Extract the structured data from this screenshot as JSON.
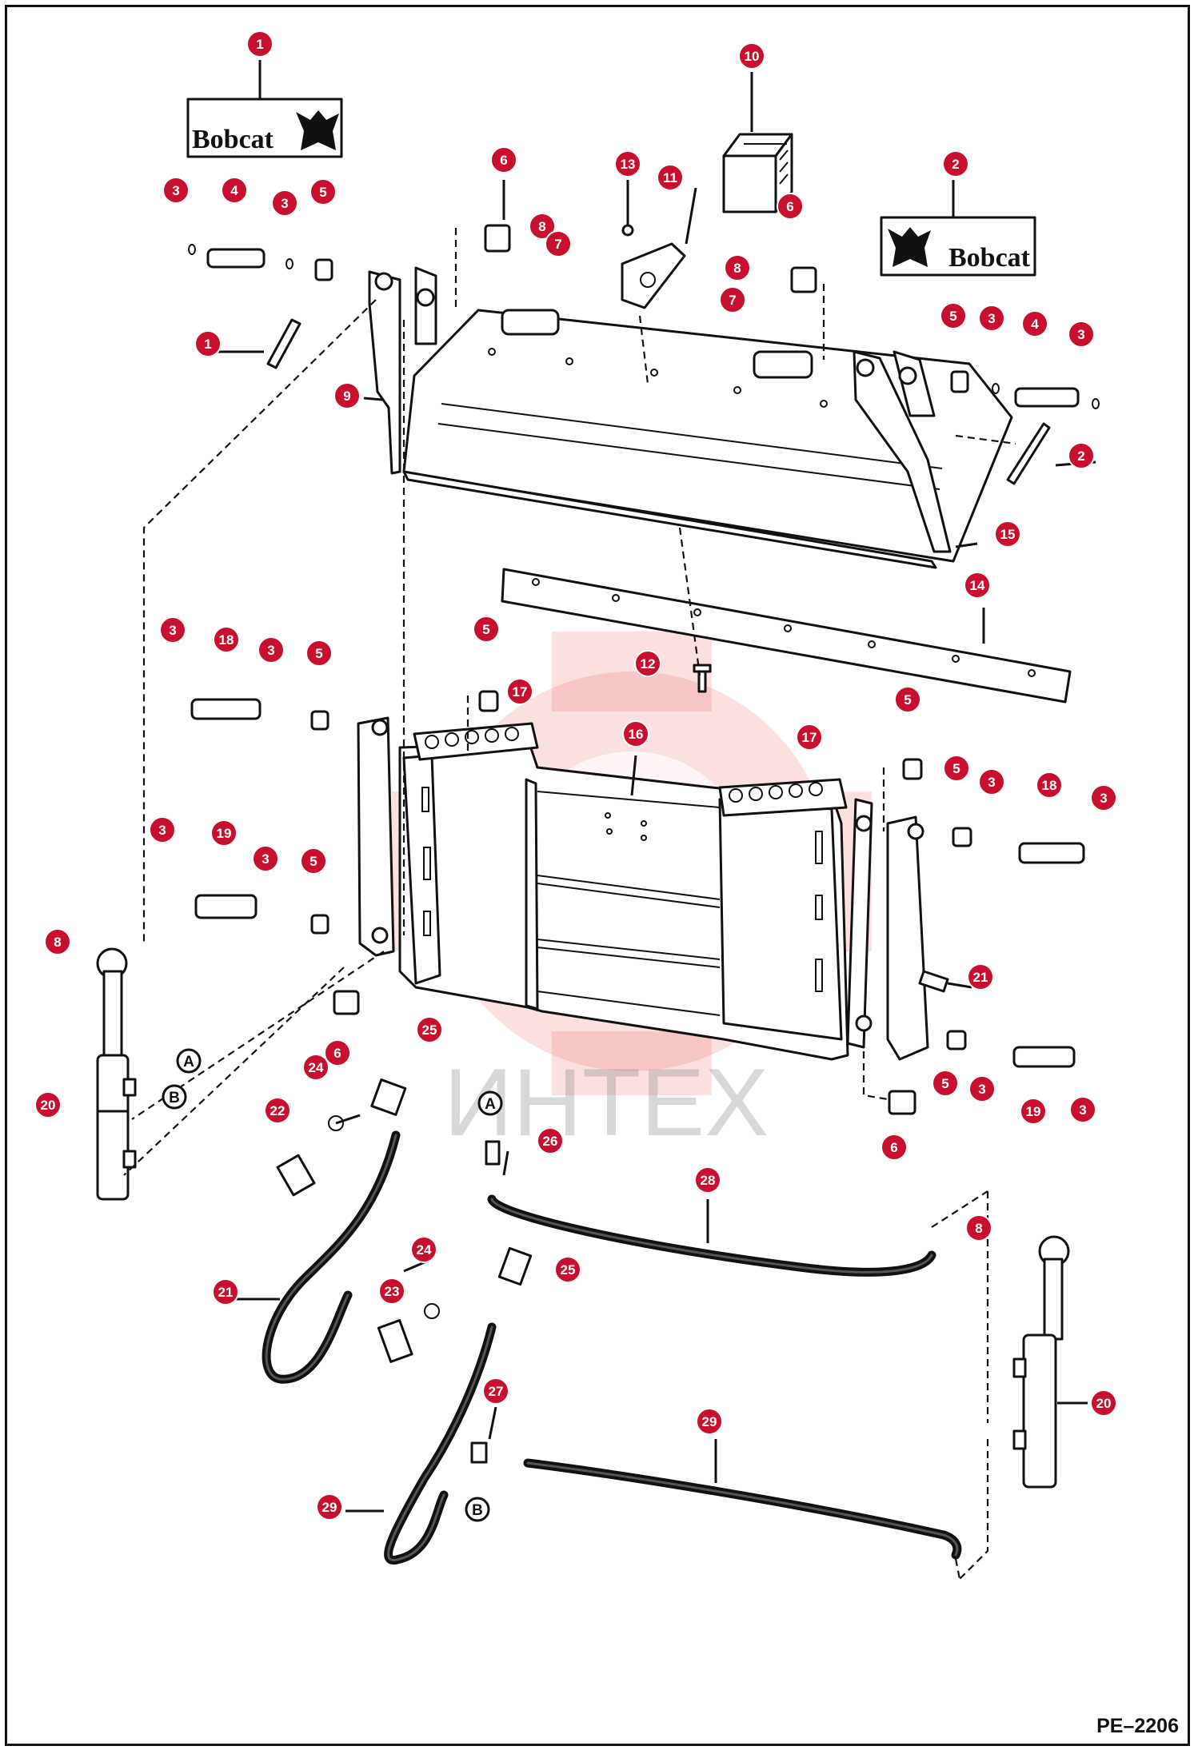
{
  "figure": {
    "reference_code": "PE–2206",
    "watermark": "ИНТЕХ"
  },
  "logos": [
    {
      "text": "Bobcat"
    },
    {
      "text": "Bobcat"
    }
  ],
  "callouts": [
    "1",
    "10",
    "13",
    "11",
    "2",
    "6",
    "8",
    "7",
    "3",
    "4",
    "3",
    "5",
    "6",
    "8",
    "7",
    "1",
    "9",
    "5",
    "3",
    "4",
    "3",
    "2",
    "15",
    "14",
    "3",
    "18",
    "3",
    "5",
    "5",
    "17",
    "12",
    "16",
    "17",
    "5",
    "5",
    "3",
    "18",
    "3",
    "3",
    "19",
    "3",
    "5",
    "8",
    "21",
    "6",
    "25",
    "24",
    "22",
    "20",
    "A",
    "B",
    "A",
    "26",
    "6",
    "5",
    "3",
    "19",
    "3",
    "28",
    "8",
    "24",
    "25",
    "21",
    "23",
    "27",
    "29",
    "29",
    "B",
    "20"
  ],
  "letter_markers": [
    "A",
    "B",
    "A",
    "B"
  ]
}
